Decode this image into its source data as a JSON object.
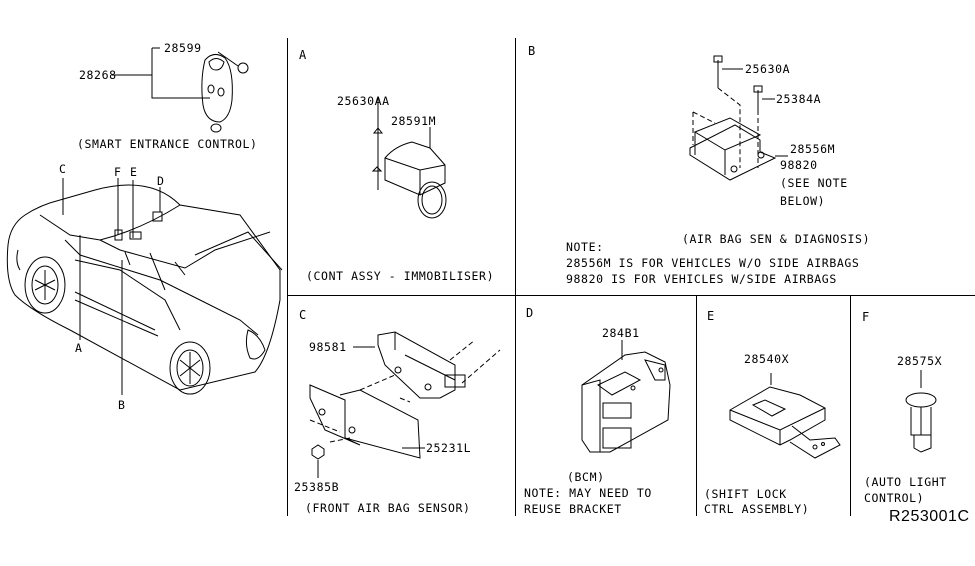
{
  "document_id": "R253001C",
  "key_fob": {
    "parts": [
      "28599",
      "28268"
    ],
    "caption": "(SMART ENTRANCE CONTROL)"
  },
  "car_callouts": [
    "A",
    "B",
    "C",
    "D",
    "E",
    "F"
  ],
  "sections": {
    "A": {
      "label": "A",
      "parts": [
        "25630AA",
        "28591M"
      ],
      "caption": "(CONT ASSY - IMMOBILISER)"
    },
    "B": {
      "label": "B",
      "parts": [
        "25630A",
        "25384A",
        "28556M",
        "98820"
      ],
      "see_note": [
        "(SEE NOTE",
        "BELOW)"
      ],
      "caption": "(AIR BAG SEN & DIAGNOSIS)",
      "note_title": "NOTE:",
      "note_lines": [
        "28556M IS FOR VEHICLES W/O SIDE AIRBAGS",
        "98820 IS FOR VEHICLES W/SIDE AIRBAGS"
      ]
    },
    "C": {
      "label": "C",
      "parts": [
        "98581",
        "25231L",
        "25385B"
      ],
      "caption": "(FRONT AIR BAG SENSOR)"
    },
    "D": {
      "label": "D",
      "parts": [
        "284B1"
      ],
      "caption": "(BCM)",
      "note_lines": [
        "NOTE: MAY NEED TO",
        "REUSE BRACKET"
      ]
    },
    "E": {
      "label": "E",
      "parts": [
        "28540X"
      ],
      "caption_lines": [
        "(SHIFT LOCK",
        "CTRL ASSEMBLY)"
      ]
    },
    "F": {
      "label": "F",
      "parts": [
        "28575X"
      ],
      "caption_lines": [
        "(AUTO LIGHT",
        "CONTROL)"
      ]
    }
  }
}
